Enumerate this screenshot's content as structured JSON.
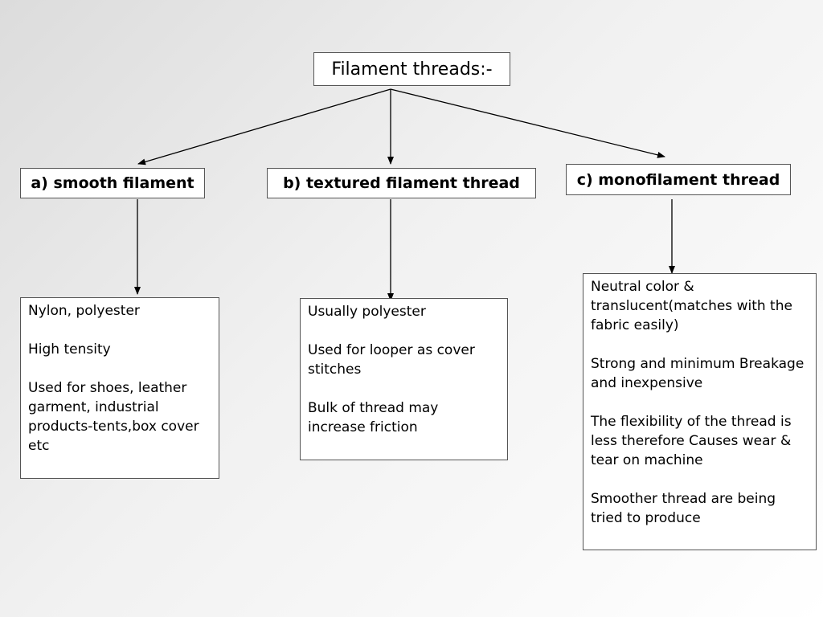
{
  "root": {
    "label": "Filament threads:-"
  },
  "branches": [
    {
      "label": "a) smooth filament",
      "details": [
        "Nylon, polyester",
        "High tensity",
        "Used for shoes, leather garment, industrial products-tents,box cover etc"
      ]
    },
    {
      "label": "b) textured filament thread",
      "details": [
        "Usually polyester",
        "Used for looper as cover stitches",
        "Bulk of thread may increase friction"
      ]
    },
    {
      "label": "c) monofilament thread",
      "details": [
        "Neutral color & translucent(matches with the fabric easily)",
        "Strong and minimum Breakage and inexpensive",
        "The flexibility of the thread is less therefore Causes wear & tear on machine",
        "Smoother thread are being tried to produce"
      ]
    }
  ]
}
